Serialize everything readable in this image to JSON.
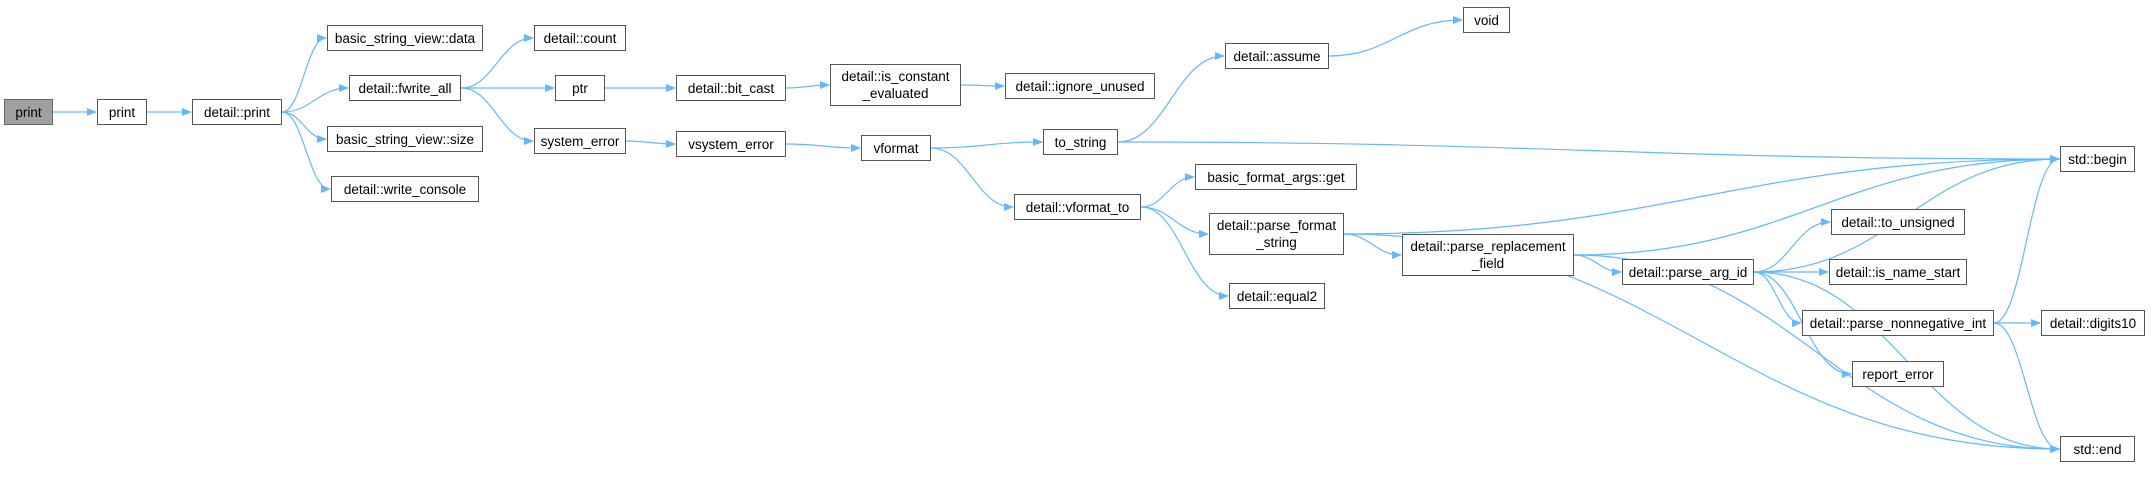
{
  "diagram": {
    "colors": {
      "edge": "#63b8ff",
      "node_border": "#555555",
      "root_fill": "#a0a0a0",
      "node_fill": "#ffffff"
    },
    "nodes": [
      {
        "id": "n_print_root",
        "label": "print",
        "root": true
      },
      {
        "id": "n_print",
        "label": "print"
      },
      {
        "id": "n_detail_print",
        "label": "detail::print"
      },
      {
        "id": "n_bsv_data",
        "label": "basic_string_view::data"
      },
      {
        "id": "n_fwrite_all",
        "label": "detail::fwrite_all"
      },
      {
        "id": "n_bsv_size",
        "label": "basic_string_view::size"
      },
      {
        "id": "n_write_console",
        "label": "detail::write_console"
      },
      {
        "id": "n_count",
        "label": "detail::count"
      },
      {
        "id": "n_ptr",
        "label": "ptr"
      },
      {
        "id": "n_system_error",
        "label": "system_error"
      },
      {
        "id": "n_bit_cast",
        "label": "detail::bit_cast"
      },
      {
        "id": "n_vsystem_error",
        "label": "vsystem_error"
      },
      {
        "id": "n_is_constant",
        "label": "detail::is_constant\n_evaluated"
      },
      {
        "id": "n_ignore_unused",
        "label": "detail::ignore_unused"
      },
      {
        "id": "n_vformat",
        "label": "vformat"
      },
      {
        "id": "n_to_string",
        "label": "to_string"
      },
      {
        "id": "n_assume",
        "label": "detail::assume"
      },
      {
        "id": "n_void",
        "label": "void"
      },
      {
        "id": "n_vformat_to",
        "label": "detail::vformat_to"
      },
      {
        "id": "n_bfa_get",
        "label": "basic_format_args::get"
      },
      {
        "id": "n_parse_format",
        "label": "detail::parse_format\n_string"
      },
      {
        "id": "n_equal2",
        "label": "detail::equal2"
      },
      {
        "id": "n_parse_repl",
        "label": "detail::parse_replacement\n_field"
      },
      {
        "id": "n_parse_arg_id",
        "label": "detail::parse_arg_id"
      },
      {
        "id": "n_to_unsigned",
        "label": "detail::to_unsigned"
      },
      {
        "id": "n_is_name_start",
        "label": "detail::is_name_start"
      },
      {
        "id": "n_parse_nonneg",
        "label": "detail::parse_nonnegative_int"
      },
      {
        "id": "n_report_error",
        "label": "report_error"
      },
      {
        "id": "n_digits10",
        "label": "detail::digits10"
      },
      {
        "id": "n_std_begin",
        "label": "std::begin"
      },
      {
        "id": "n_std_end",
        "label": "std::end"
      }
    ],
    "edges": [
      {
        "from": "n_print_root",
        "to": "n_print"
      },
      {
        "from": "n_print",
        "to": "n_detail_print"
      },
      {
        "from": "n_detail_print",
        "to": "n_bsv_data"
      },
      {
        "from": "n_detail_print",
        "to": "n_fwrite_all"
      },
      {
        "from": "n_detail_print",
        "to": "n_bsv_size"
      },
      {
        "from": "n_detail_print",
        "to": "n_write_console"
      },
      {
        "from": "n_fwrite_all",
        "to": "n_count"
      },
      {
        "from": "n_fwrite_all",
        "to": "n_ptr"
      },
      {
        "from": "n_fwrite_all",
        "to": "n_system_error"
      },
      {
        "from": "n_ptr",
        "to": "n_bit_cast"
      },
      {
        "from": "n_bit_cast",
        "to": "n_is_constant"
      },
      {
        "from": "n_is_constant",
        "to": "n_ignore_unused"
      },
      {
        "from": "n_system_error",
        "to": "n_vsystem_error"
      },
      {
        "from": "n_vsystem_error",
        "to": "n_vformat"
      },
      {
        "from": "n_vformat",
        "to": "n_to_string"
      },
      {
        "from": "n_vformat",
        "to": "n_vformat_to"
      },
      {
        "from": "n_to_string",
        "to": "n_assume"
      },
      {
        "from": "n_assume",
        "to": "n_void"
      },
      {
        "from": "n_to_string",
        "to": "n_std_begin"
      },
      {
        "from": "n_vformat_to",
        "to": "n_bfa_get"
      },
      {
        "from": "n_vformat_to",
        "to": "n_parse_format"
      },
      {
        "from": "n_vformat_to",
        "to": "n_equal2"
      },
      {
        "from": "n_parse_format",
        "to": "n_std_begin"
      },
      {
        "from": "n_parse_format",
        "to": "n_parse_repl"
      },
      {
        "from": "n_parse_format",
        "to": "n_std_end"
      },
      {
        "from": "n_parse_repl",
        "to": "n_std_begin"
      },
      {
        "from": "n_parse_repl",
        "to": "n_parse_arg_id"
      },
      {
        "from": "n_parse_repl",
        "to": "n_std_end"
      },
      {
        "from": "n_parse_arg_id",
        "to": "n_std_begin"
      },
      {
        "from": "n_parse_arg_id",
        "to": "n_to_unsigned"
      },
      {
        "from": "n_parse_arg_id",
        "to": "n_is_name_start"
      },
      {
        "from": "n_parse_arg_id",
        "to": "n_parse_nonneg"
      },
      {
        "from": "n_parse_arg_id",
        "to": "n_report_error"
      },
      {
        "from": "n_parse_arg_id",
        "to": "n_std_end"
      },
      {
        "from": "n_parse_nonneg",
        "to": "n_digits10"
      },
      {
        "from": "n_parse_nonneg",
        "to": "n_std_begin"
      },
      {
        "from": "n_parse_nonneg",
        "to": "n_std_end"
      }
    ]
  }
}
